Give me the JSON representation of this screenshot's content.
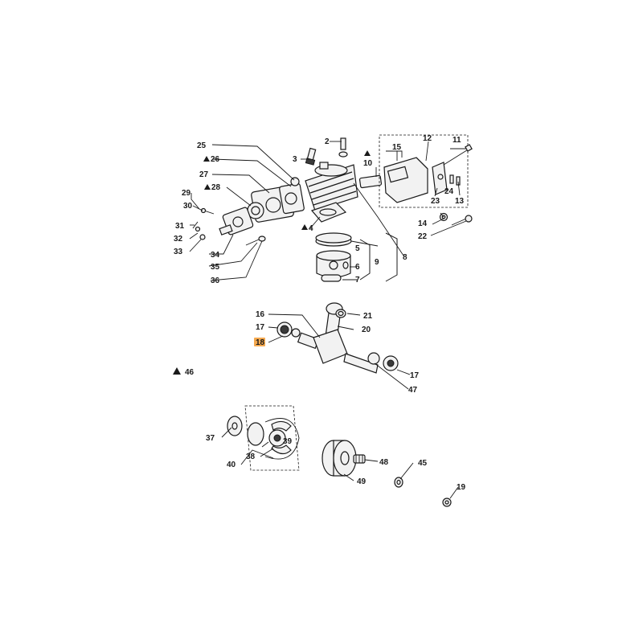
{
  "colors": {
    "highlight": "#f5a94f",
    "ink": "#1a1a1a"
  },
  "labels": {
    "l2": "2",
    "l3": "3",
    "l4": "4",
    "l5": "5",
    "l6": "6",
    "l7": "7",
    "l8": "8",
    "l9": "9",
    "l10": "10",
    "l11": "11",
    "l12": "12",
    "l13": "13",
    "l14": "14",
    "l15": "15",
    "l16": "16",
    "l17a": "17",
    "l17b": "17",
    "l18": "18",
    "l19": "19",
    "l20": "20",
    "l21": "21",
    "l22": "22",
    "l23": "23",
    "l24": "24",
    "l25": "25",
    "l26": "26",
    "l27": "27",
    "l28": "28",
    "l29": "29",
    "l30": "30",
    "l31": "31",
    "l32": "32",
    "l33": "33",
    "l34": "34",
    "l35": "35",
    "l36": "36",
    "l37": "37",
    "l38": "38",
    "l39": "39",
    "l40": "40",
    "l45": "45",
    "l46": "46",
    "l47": "47",
    "l48": "48",
    "l49": "49"
  }
}
